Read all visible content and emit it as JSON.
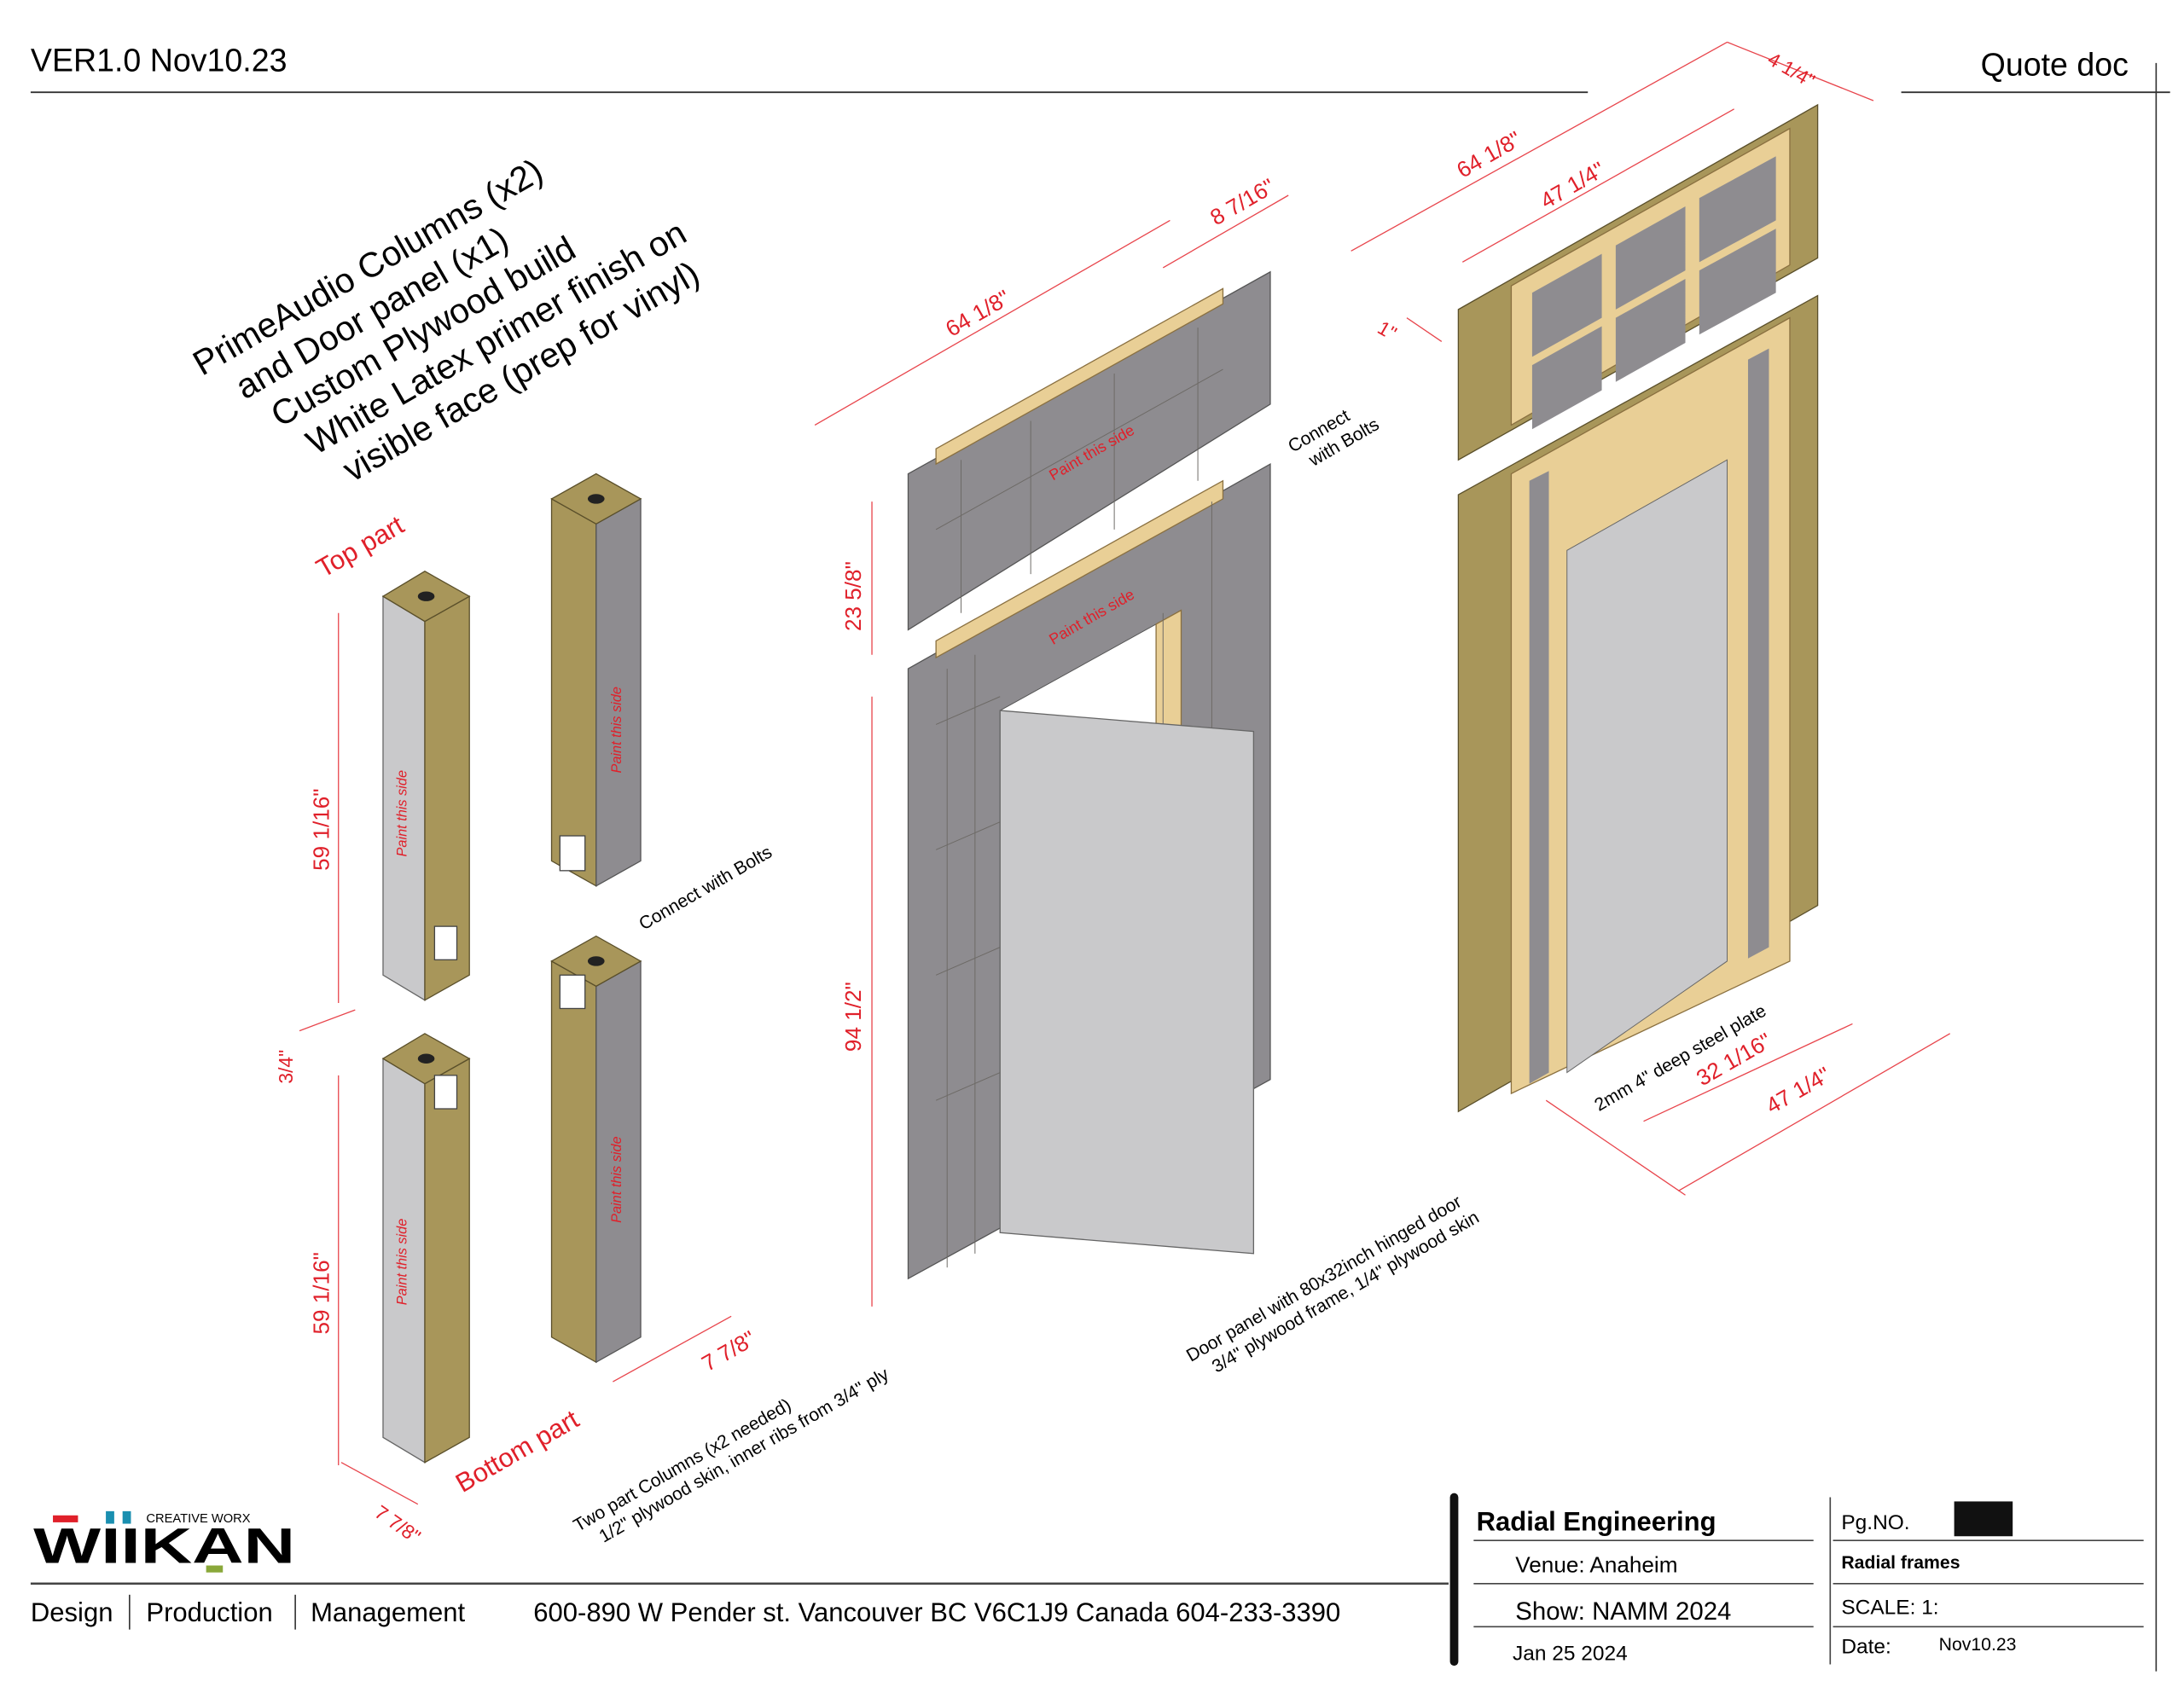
{
  "header": {
    "version": "VER1.0  Nov10.23",
    "doc_type": "Quote doc"
  },
  "title_block": [
    "PrimeAudio Columns (x2)",
    "and Door panel (x1)",
    "Custom Plywood build",
    "White Latex primer finish on",
    "visible face (prep for vinyl)"
  ],
  "labels": {
    "top_part": "Top part",
    "bottom_part": "Bottom part",
    "paint_this_side": "Paint this side",
    "connect_with_bolts": "Connect with Bolts",
    "connect": "Connect",
    "with_bolts": "with Bolts"
  },
  "dimensions": {
    "col_top_height": "59 1/16\"",
    "col_gap": "3/4\"",
    "col_bottom_height": "59 1/16\"",
    "col_width_a": "7 7/8\"",
    "col_width_b": "7 7/8\"",
    "panel_width": "64 1/8\"",
    "panel_depth": "8 7/16\"",
    "top_panel_height": "23 5/8\"",
    "door_panel_height": "94 1/2\"",
    "frame_width": "64 1/8\"",
    "frame_inner": "47 1/4\"",
    "frame_depth": "4 1/4\"",
    "frame_gap": "1\"",
    "door_opening": "32 1/16\"",
    "base_width": "47 1/4\"",
    "steel_plate": "2mm 4\" deep steel plate"
  },
  "notes": {
    "columns_1": "Two part Columns (x2 needed)",
    "columns_2": "1/2\" plywood skin, inner ribs from 3/4\" ply",
    "door_1": "Door panel with 80x32inch hinged door",
    "door_2": "3/4\" plywood frame, 1/4\" plywood skin"
  },
  "footer": {
    "logo_brand": "WIIKAN",
    "logo_tag": "CREATIVE WORX",
    "services": [
      "Design",
      "Production",
      "Management"
    ],
    "address": "600-890 W Pender st. Vancouver BC V6C1J9 Canada  604-233-3390",
    "client": "Radial Engineering",
    "venue": "Venue: Anaheim",
    "show": "Show:  NAMM 2024",
    "show_date": "Jan 25 2024",
    "page_no_label": "Pg.NO.",
    "project": "Radial frames",
    "scale": "SCALE: 1:",
    "date_label": "Date:",
    "date_value": "Nov10.23"
  },
  "colors": {
    "dimension": "#e0202a",
    "plywood": "#e9cf96",
    "panel_grey": "#8e8c90",
    "logo_red": "#e0202a",
    "logo_blue": "#1a8fb0",
    "logo_green": "#8aa83a"
  }
}
